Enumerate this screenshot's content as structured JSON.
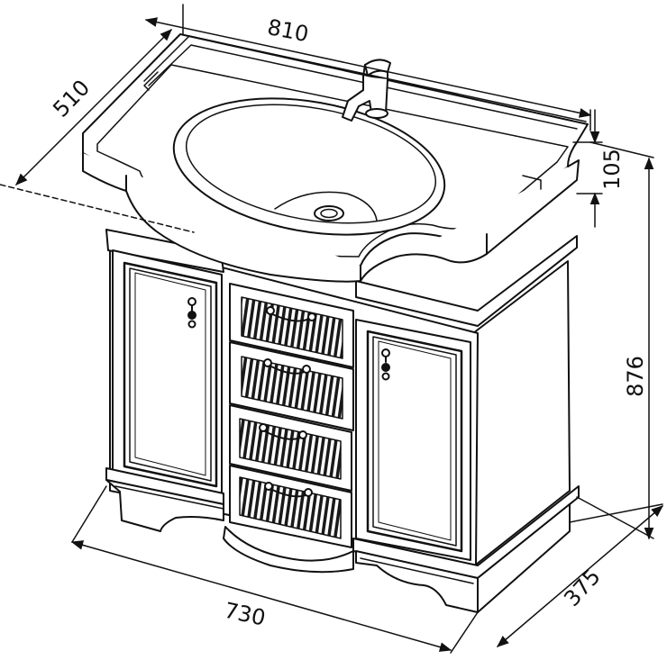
{
  "dimensions": {
    "top_width": "810",
    "top_depth": "510",
    "basin_height": "105",
    "total_height": "876",
    "base_width": "730",
    "base_depth": "375"
  },
  "colors": {
    "line": "#111111",
    "fill": "#ffffff",
    "grille": "#1a1a1a"
  }
}
